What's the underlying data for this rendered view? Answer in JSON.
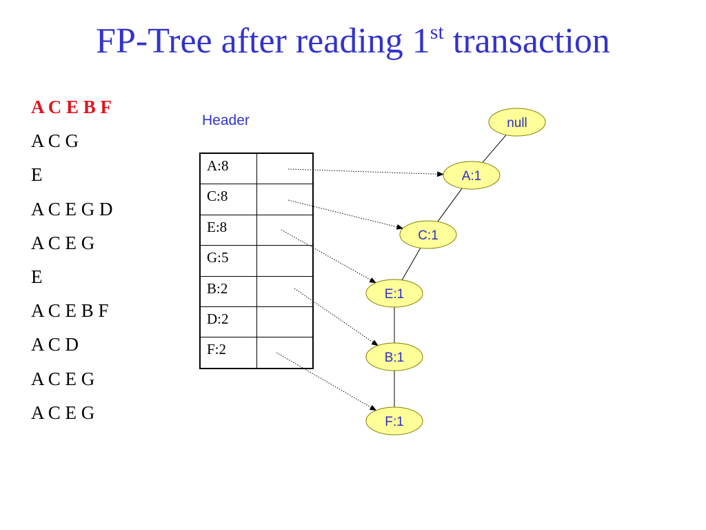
{
  "title": {
    "prefix": "FP-Tree after reading 1",
    "superscript": "st",
    "suffix": " transaction"
  },
  "transactions": [
    {
      "items": "A C E B F",
      "highlighted": true
    },
    {
      "items": "A C G"
    },
    {
      "items": "E"
    },
    {
      "items": "A C E G D"
    },
    {
      "items": "A C E G"
    },
    {
      "items": "E"
    },
    {
      "items": "A C E B F"
    },
    {
      "items": "A C D"
    },
    {
      "items": "A C E G"
    },
    {
      "items": "A C E G"
    }
  ],
  "header_table": {
    "label": "Header",
    "rows": [
      {
        "item": "A:8"
      },
      {
        "item": "C:8"
      },
      {
        "item": "E:8"
      },
      {
        "item": "G:5"
      },
      {
        "item": "B:2"
      },
      {
        "item": "D:2"
      },
      {
        "item": "F:2"
      }
    ]
  },
  "tree": {
    "nodes": [
      {
        "id": "root",
        "label": "null"
      },
      {
        "id": "A",
        "label": "A:1"
      },
      {
        "id": "C",
        "label": "C:1"
      },
      {
        "id": "E",
        "label": "E:1"
      },
      {
        "id": "B",
        "label": "B:1"
      },
      {
        "id": "F",
        "label": "F:1"
      }
    ],
    "edges": [
      {
        "from": "root",
        "to": "A"
      },
      {
        "from": "A",
        "to": "C"
      },
      {
        "from": "C",
        "to": "E"
      },
      {
        "from": "E",
        "to": "B"
      },
      {
        "from": "B",
        "to": "F"
      }
    ],
    "header_links": [
      {
        "row": "A:8",
        "to": "A"
      },
      {
        "row": "C:8",
        "to": "C"
      },
      {
        "row": "E:8",
        "to": "E"
      },
      {
        "row": "B:2",
        "to": "B"
      },
      {
        "row": "F:2",
        "to": "F"
      }
    ]
  },
  "colors": {
    "title": "#3333cc",
    "highlight": "#e0141e",
    "node_fill": "#ffff99",
    "node_stroke": "#808000",
    "node_text": "#2e2ec4"
  }
}
